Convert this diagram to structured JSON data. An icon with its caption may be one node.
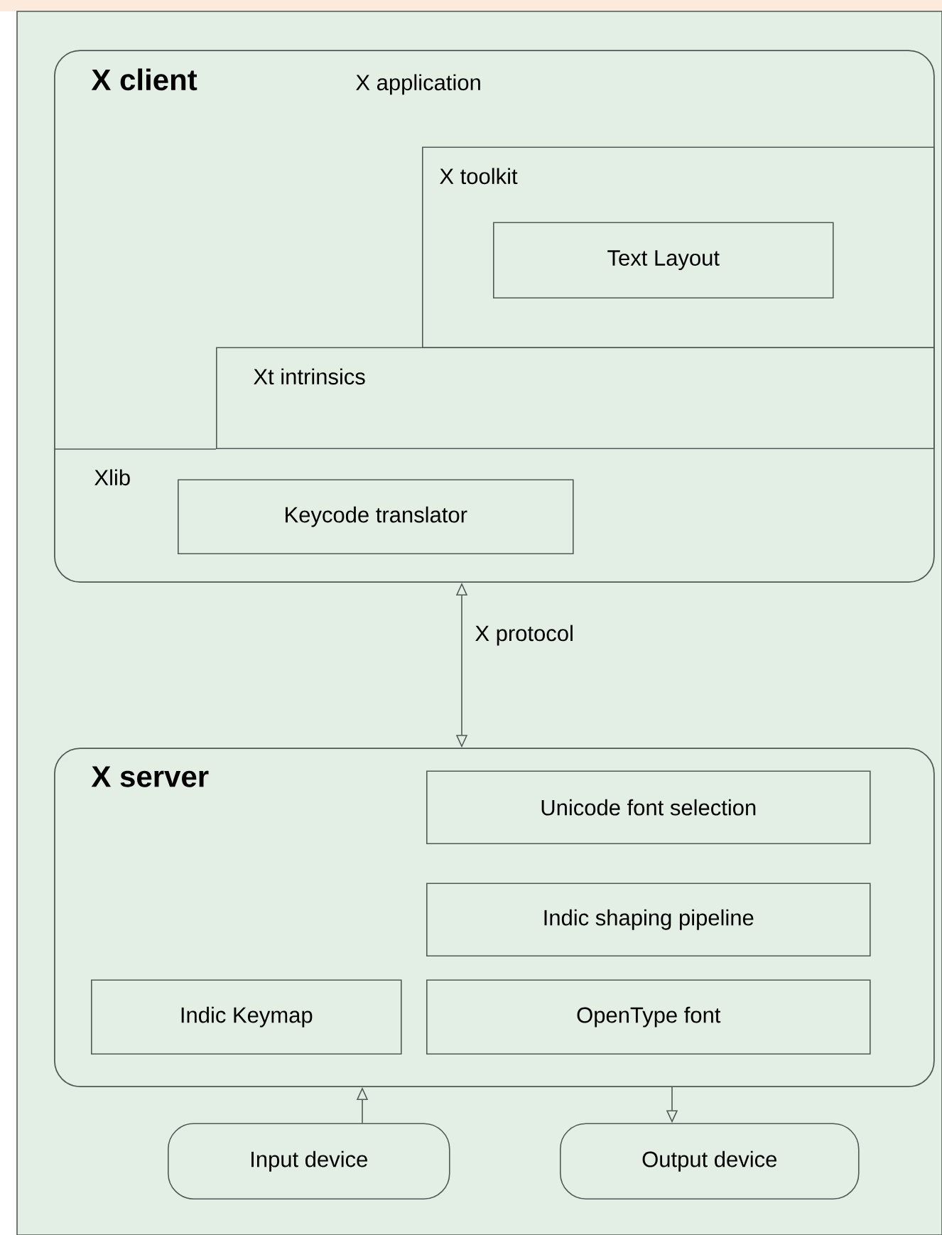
{
  "diagram": {
    "nodes": [
      {
        "text": [
          "X client"
        ]
      },
      {
        "text": [
          "X toolkit"
        ],
        "in": 0
      },
      {
        "text": [
          "Text Layout"
        ],
        "in": 1
      },
      {
        "text": [
          "Xt intrinsics"
        ],
        "in": 0
      },
      {
        "text": [
          "Keycode translator"
        ],
        "in": 0
      },
      {
        "text": [
          "X server"
        ]
      },
      {
        "text": [
          "Unicode font selection"
        ],
        "in": 5
      },
      {
        "text": [
          "Indic shaping pipeline"
        ],
        "in": 5
      },
      {
        "text": [
          "Indic Keymap"
        ],
        "in": 5
      },
      {
        "text": [
          "OpenType font"
        ],
        "in": 5
      },
      {
        "text": [
          "Input device"
        ]
      },
      {
        "text": [
          "Output device"
        ]
      }
    ],
    "edges": [
      {
        "from": 0,
        "to": 5,
        "arrow": "both",
        "label": "X protocol"
      },
      {
        "from": 10,
        "to": 5,
        "arrow": "to"
      },
      {
        "from": 5,
        "to": 11,
        "arrow": "to"
      }
    ],
    "labels": [
      "X application",
      "Xlib"
    ]
  }
}
